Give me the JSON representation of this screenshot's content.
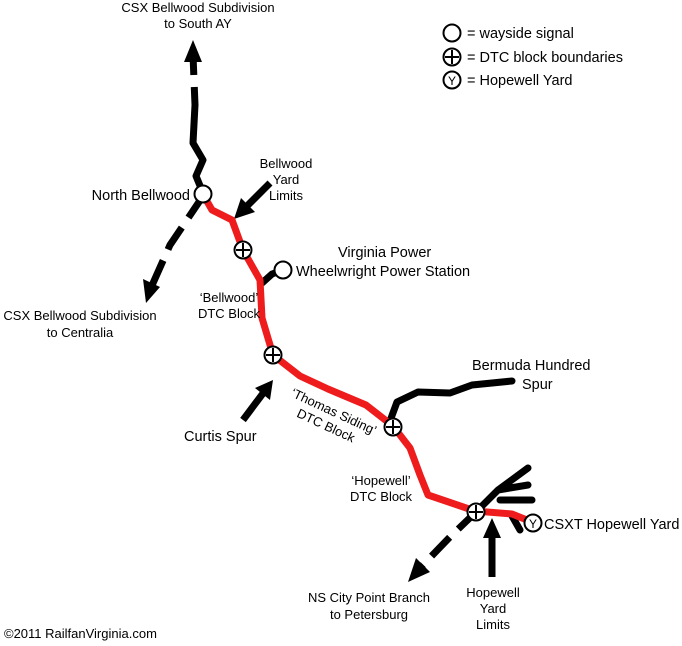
{
  "colors": {
    "line": "#000000",
    "dtc_route": "#ee1c1c",
    "background": "#ffffff"
  },
  "legend": {
    "wayside_signal": "= wayside signal",
    "dtc_block_boundaries": "= DTC block boundaries",
    "hopewell_yard": "= Hopewell Yard",
    "yard_symbol_letter": "Y"
  },
  "labels": {
    "csx_south_1": "CSX Bellwood Subdivision",
    "csx_south_2": "to South AY",
    "north_bellwood": "North Bellwood",
    "bellwood_yard_1": "Bellwood",
    "bellwood_yard_2": "Yard",
    "bellwood_yard_3": "Limits",
    "virginia_power_1": "Virginia Power",
    "virginia_power_2": "Wheelwright Power Station",
    "csx_centralia_1": "CSX Bellwood Subdivision",
    "csx_centralia_2": "to Centralia",
    "bellwood_dtc_1": "‘Bellwood’",
    "bellwood_dtc_2": "DTC Block",
    "curtis_spur": "Curtis Spur",
    "bermuda_1": "Bermuda Hundred",
    "bermuda_2": "Spur",
    "thomas_siding_1": "‘Thomas Siding’",
    "thomas_siding_2": "DTC Block",
    "hopewell_dtc_1": "‘Hopewell’",
    "hopewell_dtc_2": "DTC Block",
    "csxt_hopewell_yard": "CSXT Hopewell Yard",
    "ns_city_point_1": "NS City Point Branch",
    "ns_city_point_2": "to Petersburg",
    "hopewell_limits_1": "Hopewell",
    "hopewell_limits_2": "Yard",
    "hopewell_limits_3": "Limits"
  },
  "copyright": "©2011 RailfanVirginia.com"
}
